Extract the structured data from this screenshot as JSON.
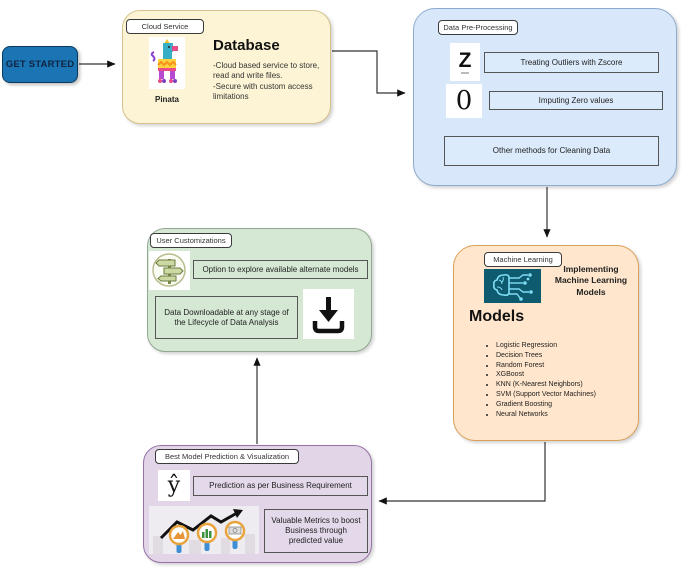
{
  "start": {
    "label": "GET STARTED"
  },
  "cloud": {
    "tag": "Cloud Service",
    "title": "Database",
    "icon_caption": "Pinata",
    "line1": "-Cloud based service to store, read and write files.",
    "line2": "-Secure with custom access limitations"
  },
  "prep": {
    "tag": "Data Pre-Processing",
    "z_glyph": "Z",
    "zero_glyph": "0",
    "item1": "Treating Outliers with Zscore",
    "item2": "Imputing Zero values",
    "item3": "Other methods for Cleaning Data"
  },
  "ml": {
    "tag": "Machine Learning",
    "subtitle": "Implementing Machine Learning Models",
    "title": "Models",
    "models": [
      "Logistic Regression",
      "Decision Trees",
      "Random Forest",
      "XGBoost",
      "KNN (K-Nearest Neighbors)",
      "SVM (Support Vector Machines)",
      "Gradient Boosting",
      "Neural Networks"
    ]
  },
  "custom": {
    "tag": "User Customizations",
    "item1": "Option to explore available alternate models",
    "item2": "Data Downloadable at any stage of the Lifecycle of Data Analysis"
  },
  "predict": {
    "tag": "Best Model Prediction & Visualization",
    "yhat_glyph": "ŷ",
    "item1": "Prediction as per Business Requirement",
    "item2": "Valuable Metrics to boost Business through predicted value"
  },
  "colors": {
    "start_fill": "#1b74b4",
    "cloud_fill": "#fcf4d4",
    "cloud_border": "#d6c28c",
    "prep_fill": "#d9e7fa",
    "prep_border": "#8caccf",
    "ml_fill": "#ffe6cc",
    "ml_border": "#dba05b",
    "custom_fill": "#d5e8d4",
    "custom_border": "#93a893",
    "predict_fill": "#e1d5e7",
    "predict_border": "#9673a6",
    "arrow": "#333333"
  }
}
